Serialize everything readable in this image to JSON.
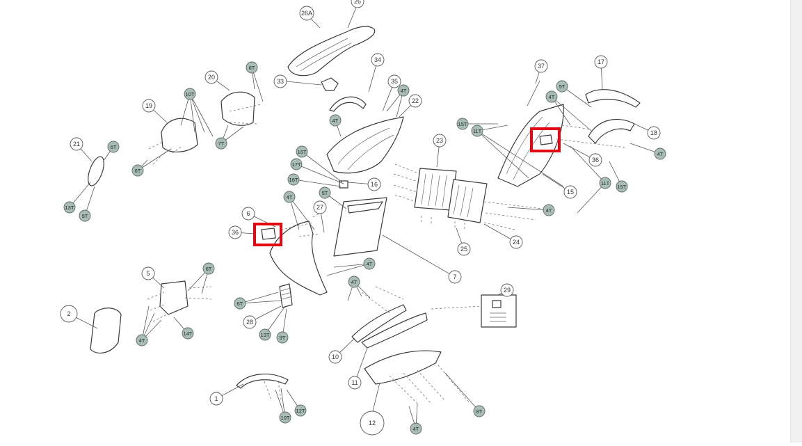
{
  "diagram": {
    "callouts": [
      {
        "label": "26",
        "type": "bubble"
      },
      {
        "label": "26A",
        "type": "bubble"
      },
      {
        "label": "34",
        "type": "bubble"
      },
      {
        "label": "33",
        "type": "bubble"
      },
      {
        "label": "35",
        "type": "bubble"
      },
      {
        "label": "4T",
        "type": "tag"
      },
      {
        "label": "22",
        "type": "bubble"
      },
      {
        "label": "4T",
        "type": "tag"
      },
      {
        "label": "37",
        "type": "bubble"
      },
      {
        "label": "17",
        "type": "bubble"
      },
      {
        "label": "5T",
        "type": "tag"
      },
      {
        "label": "4T",
        "type": "tag"
      },
      {
        "label": "15T",
        "type": "tag"
      },
      {
        "label": "11T",
        "type": "tag"
      },
      {
        "label": "18",
        "type": "bubble"
      },
      {
        "label": "4T",
        "type": "tag"
      },
      {
        "label": "36",
        "type": "bubble"
      },
      {
        "label": "11T",
        "type": "tag"
      },
      {
        "label": "15T",
        "type": "tag"
      },
      {
        "label": "15",
        "type": "bubble"
      },
      {
        "label": "20",
        "type": "bubble"
      },
      {
        "label": "6T",
        "type": "tag"
      },
      {
        "label": "10T",
        "type": "tag"
      },
      {
        "label": "19",
        "type": "bubble"
      },
      {
        "label": "7T",
        "type": "tag"
      },
      {
        "label": "6T",
        "type": "tag"
      },
      {
        "label": "21",
        "type": "bubble"
      },
      {
        "label": "6T",
        "type": "tag"
      },
      {
        "label": "13T",
        "type": "tag"
      },
      {
        "label": "9T",
        "type": "tag"
      },
      {
        "label": "16T",
        "type": "tag"
      },
      {
        "label": "17T",
        "type": "tag"
      },
      {
        "label": "18T",
        "type": "tag"
      },
      {
        "label": "16",
        "type": "bubble"
      },
      {
        "label": "23",
        "type": "bubble"
      },
      {
        "label": "4T",
        "type": "tag"
      },
      {
        "label": "25",
        "type": "bubble"
      },
      {
        "label": "24",
        "type": "bubble"
      },
      {
        "label": "5T",
        "type": "tag"
      },
      {
        "label": "27",
        "type": "bubble"
      },
      {
        "label": "4T",
        "type": "tag"
      },
      {
        "label": "6",
        "type": "bubble"
      },
      {
        "label": "36",
        "type": "bubble"
      },
      {
        "label": "4T",
        "type": "tag"
      },
      {
        "label": "7",
        "type": "bubble"
      },
      {
        "label": "5",
        "type": "bubble"
      },
      {
        "label": "6T",
        "type": "tag"
      },
      {
        "label": "6T",
        "type": "tag"
      },
      {
        "label": "28",
        "type": "bubble"
      },
      {
        "label": "13T",
        "type": "tag"
      },
      {
        "label": "9T",
        "type": "tag"
      },
      {
        "label": "2",
        "type": "bubble"
      },
      {
        "label": "4T",
        "type": "tag"
      },
      {
        "label": "14T",
        "type": "tag"
      },
      {
        "label": "4T",
        "type": "tag"
      },
      {
        "label": "10",
        "type": "bubble"
      },
      {
        "label": "11",
        "type": "bubble"
      },
      {
        "label": "29",
        "type": "bubble"
      },
      {
        "label": "12",
        "type": "bubble"
      },
      {
        "label": "4T",
        "type": "tag"
      },
      {
        "label": "8T",
        "type": "tag"
      },
      {
        "label": "1",
        "type": "bubble"
      },
      {
        "label": "10T",
        "type": "tag"
      },
      {
        "label": "12T",
        "type": "tag"
      }
    ],
    "highlight_color": "#e30613",
    "tag_color": "#a9bdb5"
  }
}
